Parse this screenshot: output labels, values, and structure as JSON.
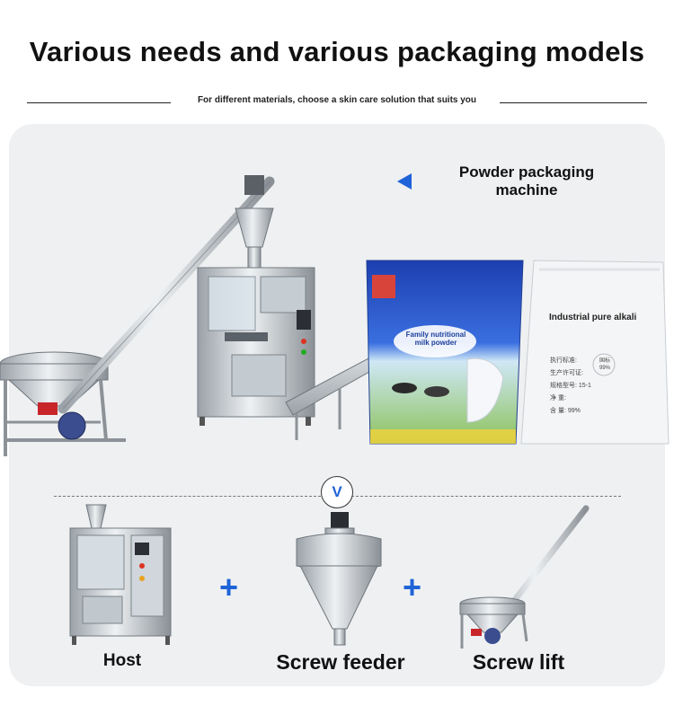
{
  "header": {
    "title": "Various needs and various packaging models",
    "subtitle": "For different materials, choose a skin care solution that suits you"
  },
  "section": {
    "heading_line1": "Powder packaging",
    "heading_line2": "machine",
    "badge": "V"
  },
  "products": {
    "milk_bag_label": "Family nutritional milk powder",
    "alkali_bag_label": "Industrial pure alkali",
    "alkali_bag_specs": [
      "执行标准:",
      "生产许可证:",
      "规格型号: 15-1",
      "净    重:",
      "含    量: 99%"
    ],
    "alkali_stamp": "国标 99%"
  },
  "components": [
    {
      "label": "Host"
    },
    {
      "label": "Screw feeder"
    },
    {
      "label": "Screw lift"
    }
  ],
  "colors": {
    "accent": "#1f63d8",
    "panel_bg": "#eef0f2"
  }
}
